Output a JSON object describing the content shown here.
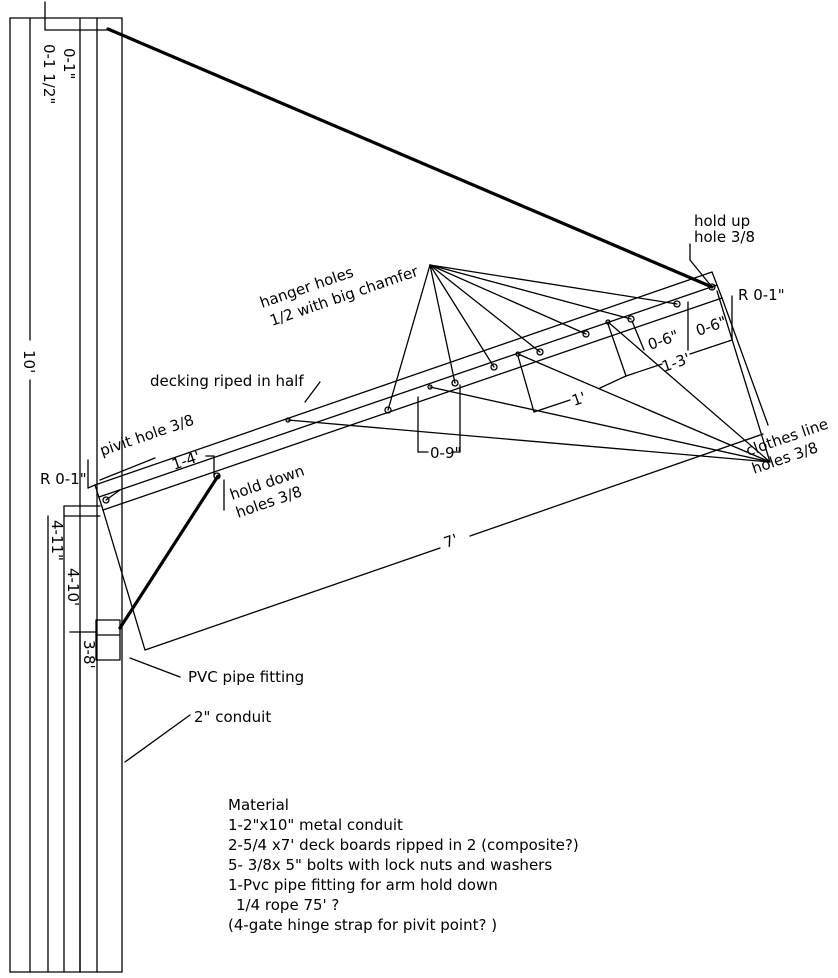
{
  "dimensions": {
    "top_1": "0-1\"",
    "top_1_5": "0-1 1/2\"",
    "pole_length": "10'",
    "pivot_height_a": "4-11\"",
    "pivot_height_b": "4-10'",
    "fitting_height": "3-8'",
    "pivot_spacing": "1-4'",
    "pivot_radius": "R 0-1\"",
    "arm_length": "7'",
    "hole_spacing_9": "0-9\"",
    "hole_spacing_1": "1'",
    "hole_spacing_13": "1-3'",
    "hole_spacing_6a": "0-6\"",
    "hole_spacing_6b": "0-6\"",
    "end_radius": "R 0-1\""
  },
  "labels": {
    "hold_up": "hold up",
    "hold_up_2": "hole 3/8",
    "hanger_1": "hanger holes",
    "hanger_2": "1/2 with big chamfer",
    "decking": "decking riped in half",
    "pivit": "pivit hole 3/8",
    "hold_down_1": "hold down",
    "hold_down_2": "holes 3/8",
    "clothes_1": "clothes line",
    "clothes_2": "holes 3/8",
    "pvc": "PVC pipe fitting",
    "conduit": "2\" conduit"
  },
  "materials": {
    "heading": "Material",
    "items": [
      "1-2\"x10\" metal conduit",
      "2-5/4 x7' deck boards ripped in 2 (composite?)",
      "5- 3/8x 5\" bolts with lock nuts and washers",
      "1-Pvc pipe fitting  for arm hold down",
      "1/4 rope 75' ?",
      "(4-gate hinge strap for pivit point? )"
    ]
  }
}
